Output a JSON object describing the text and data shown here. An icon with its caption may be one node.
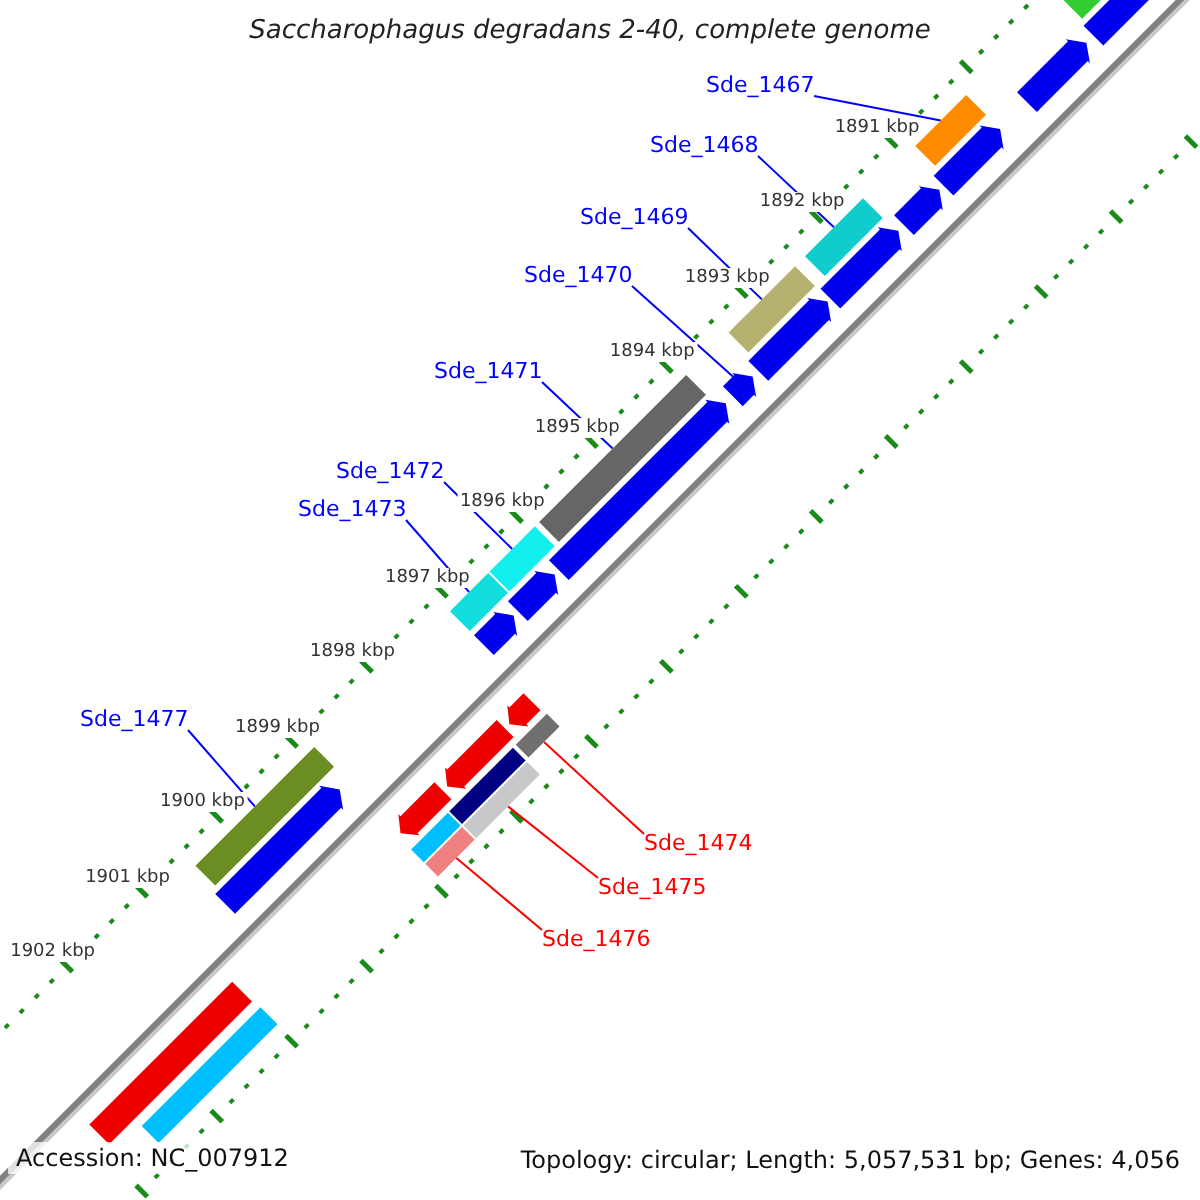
{
  "diagram": {
    "title": "Saccharophagus degradans 2-40, complete genome",
    "nodes": [
      {
        "text": [
          "Sde_1467"
        ]
      },
      {
        "text": [
          "Sde_1468"
        ]
      },
      {
        "text": [
          "Sde_1469"
        ]
      },
      {
        "text": [
          "Sde_1470"
        ]
      },
      {
        "text": [
          "Sde_1471"
        ]
      },
      {
        "text": [
          "Sde_1472"
        ]
      },
      {
        "text": [
          "Sde_1473"
        ]
      },
      {
        "text": [
          "Sde_1477"
        ]
      },
      {
        "text": [
          "Sde_1474"
        ]
      },
      {
        "text": [
          "Sde_1475"
        ]
      },
      {
        "text": [
          "Sde_1476"
        ]
      },
      {
        "text": [],
        "shape": "bar"
      },
      {
        "text": [],
        "shape": "bar"
      },
      {
        "text": [],
        "shape": "bar"
      },
      {
        "text": [],
        "shape": "arrow"
      },
      {
        "text": [],
        "shape": "bar"
      },
      {
        "text": [],
        "shape": "bar"
      },
      {
        "text": [],
        "shape": "bar"
      },
      {
        "text": [],
        "shape": "bar"
      },
      {
        "text": [],
        "shape": "bar"
      },
      {
        "text": [],
        "shape": "bar"
      },
      {
        "text": [],
        "shape": "bar"
      },
      {
        "text": [],
        "shape": "arrow"
      },
      {
        "text": [],
        "shape": "arrow"
      },
      {
        "text": [],
        "shape": "arrow"
      },
      {
        "text": [],
        "shape": "arrow"
      },
      {
        "text": [],
        "shape": "arrow"
      },
      {
        "text": [],
        "shape": "arrow"
      },
      {
        "text": [],
        "shape": "arrow"
      },
      {
        "text": [],
        "shape": "arrow"
      },
      {
        "text": [],
        "shape": "arrow"
      },
      {
        "text": [],
        "shape": "arrow"
      },
      {
        "text": [],
        "shape": "bar"
      },
      {
        "text": [],
        "shape": "arrow"
      },
      {
        "text": [],
        "shape": "arrow"
      },
      {
        "text": [],
        "shape": "arrow"
      },
      {
        "text": [],
        "shape": "bar"
      },
      {
        "text": [],
        "shape": "bar"
      },
      {
        "text": [],
        "shape": "bar"
      },
      {
        "text": [],
        "shape": "bar"
      }
    ],
    "edges": [
      {
        "from": 0,
        "to": 11,
        "arrow": "none"
      },
      {
        "from": 1,
        "to": 12,
        "arrow": "none"
      },
      {
        "from": 2,
        "to": 13,
        "arrow": "none"
      },
      {
        "from": 3,
        "to": 14,
        "arrow": "none"
      },
      {
        "from": 4,
        "to": 15,
        "arrow": "none"
      },
      {
        "from": 5,
        "to": 16,
        "arrow": "none"
      },
      {
        "from": 6,
        "to": 17,
        "arrow": "none"
      },
      {
        "from": 7,
        "to": 18,
        "arrow": "none"
      },
      {
        "from": 8,
        "to": 19,
        "arrow": "none",
        "color": "#ff0000"
      },
      {
        "from": 9,
        "to": 20,
        "arrow": "none",
        "color": "#ff0000"
      },
      {
        "from": 10,
        "to": 21,
        "arrow": "none",
        "color": "#ff0000"
      }
    ],
    "labels": [
      "1891 kbp",
      "1892 kbp",
      "1893 kbp",
      "1894 kbp",
      "1895 kbp",
      "1896 kbp",
      "1897 kbp",
      "1898 kbp",
      "1899 kbp",
      "1900 kbp",
      "1901 kbp",
      "1902 kbp",
      "Accession: NC_007912",
      "Topology: circular; Length: 5,057,531 bp; Genes: 4,056"
    ]
  }
}
